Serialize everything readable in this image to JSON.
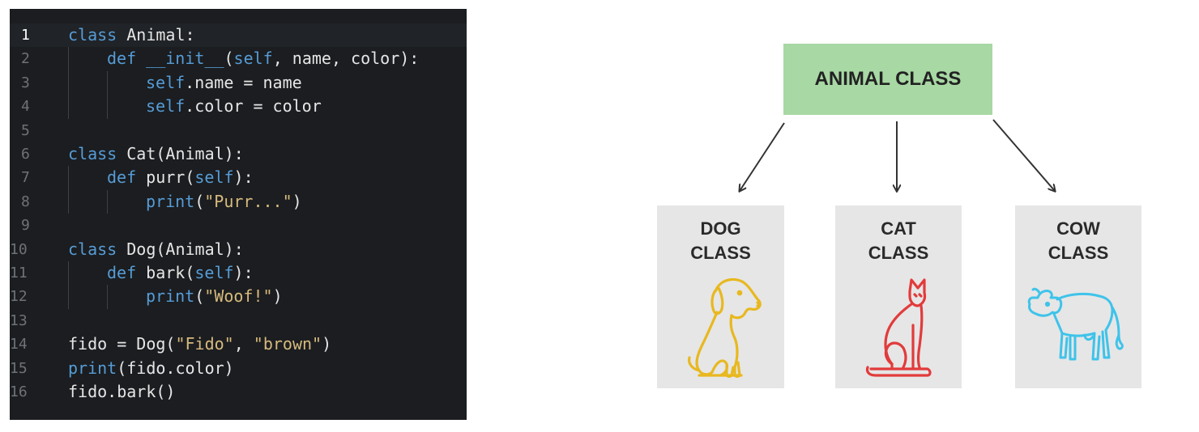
{
  "code_editor": {
    "lines": [
      {
        "number": "1",
        "indent": 0,
        "tokens": [
          {
            "t": "class",
            "k": "kw"
          },
          {
            "t": " Animal:",
            "k": "plain"
          }
        ]
      },
      {
        "number": "2",
        "indent": 1,
        "tokens": [
          {
            "t": "def",
            "k": "kw"
          },
          {
            "t": " ",
            "k": "plain"
          },
          {
            "t": "__init__",
            "k": "kw"
          },
          {
            "t": "(",
            "k": "plain"
          },
          {
            "t": "self",
            "k": "kw"
          },
          {
            "t": ", name, color):",
            "k": "plain"
          }
        ]
      },
      {
        "number": "3",
        "indent": 2,
        "tokens": [
          {
            "t": "self",
            "k": "kw"
          },
          {
            "t": ".name = name",
            "k": "plain"
          }
        ]
      },
      {
        "number": "4",
        "indent": 2,
        "tokens": [
          {
            "t": "self",
            "k": "kw"
          },
          {
            "t": ".color = color",
            "k": "plain"
          }
        ]
      },
      {
        "number": "5",
        "indent": 0,
        "tokens": []
      },
      {
        "number": "6",
        "indent": 0,
        "tokens": [
          {
            "t": "class",
            "k": "kw"
          },
          {
            "t": " Cat(Animal):",
            "k": "plain"
          }
        ]
      },
      {
        "number": "7",
        "indent": 1,
        "tokens": [
          {
            "t": "def",
            "k": "kw"
          },
          {
            "t": " purr(",
            "k": "plain"
          },
          {
            "t": "self",
            "k": "kw"
          },
          {
            "t": "):",
            "k": "plain"
          }
        ]
      },
      {
        "number": "8",
        "indent": 2,
        "tokens": [
          {
            "t": "print",
            "k": "kw"
          },
          {
            "t": "(",
            "k": "plain"
          },
          {
            "t": "\"Purr...\"",
            "k": "str"
          },
          {
            "t": ")",
            "k": "plain"
          }
        ]
      },
      {
        "number": "9",
        "indent": 0,
        "tokens": []
      },
      {
        "number": "10",
        "indent": 0,
        "tokens": [
          {
            "t": "class",
            "k": "kw"
          },
          {
            "t": " Dog(Animal):",
            "k": "plain"
          }
        ]
      },
      {
        "number": "11",
        "indent": 1,
        "tokens": [
          {
            "t": "def",
            "k": "kw"
          },
          {
            "t": " bark(",
            "k": "plain"
          },
          {
            "t": "self",
            "k": "kw"
          },
          {
            "t": "):",
            "k": "plain"
          }
        ]
      },
      {
        "number": "12",
        "indent": 2,
        "tokens": [
          {
            "t": "print",
            "k": "kw"
          },
          {
            "t": "(",
            "k": "plain"
          },
          {
            "t": "\"Woof!\"",
            "k": "str"
          },
          {
            "t": ")",
            "k": "plain"
          }
        ]
      },
      {
        "number": "13",
        "indent": 0,
        "tokens": []
      },
      {
        "number": "14",
        "indent": 0,
        "tokens": [
          {
            "t": "fido = Dog(",
            "k": "plain"
          },
          {
            "t": "\"Fido\"",
            "k": "str"
          },
          {
            "t": ", ",
            "k": "plain"
          },
          {
            "t": "\"brown\"",
            "k": "str"
          },
          {
            "t": ")",
            "k": "plain"
          }
        ]
      },
      {
        "number": "15",
        "indent": 0,
        "tokens": [
          {
            "t": "print",
            "k": "kw"
          },
          {
            "t": "(fido.color)",
            "k": "plain"
          }
        ]
      },
      {
        "number": "16",
        "indent": 0,
        "tokens": [
          {
            "t": "fido.bark()",
            "k": "plain"
          }
        ]
      }
    ],
    "colors": {
      "background": "#1b1d20",
      "keyword": "#569cd6",
      "string": "#d7ba7d",
      "text": "#e6e6e6",
      "line_number": "#6e7277"
    }
  },
  "diagram": {
    "root": {
      "label": "ANIMAL CLASS",
      "color": "#a8d8a4"
    },
    "children": [
      {
        "label_line1": "DOG",
        "label_line2": "CLASS",
        "icon": "dog-icon",
        "icon_color": "#e8b820"
      },
      {
        "label_line1": "CAT",
        "label_line2": "CLASS",
        "icon": "cat-icon",
        "icon_color": "#e23b3b"
      },
      {
        "label_line1": "COW",
        "label_line2": "CLASS",
        "icon": "cow-icon",
        "icon_color": "#3fc3ea"
      }
    ]
  }
}
